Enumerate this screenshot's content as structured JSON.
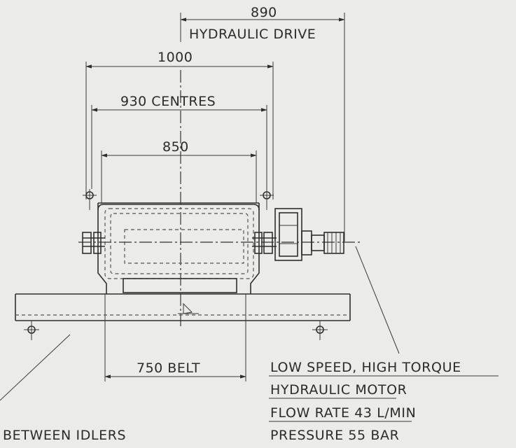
{
  "dimensions": {
    "hydraulic_drive_value": "890",
    "hydraulic_drive_label": "HYDRAULIC DRIVE",
    "overall_width": "1000",
    "centres": "930 CENTRES",
    "drum_width": "850",
    "belt_width": "750 BELT"
  },
  "motor_note": {
    "lines": [
      "LOW SPEED, HIGH TORQUE",
      "HYDRAULIC MOTOR",
      "FLOW RATE 43 L/MIN",
      "PRESSURE 55 BAR"
    ]
  },
  "frame_note": {
    "text": "BETWEEN IDLERS"
  }
}
